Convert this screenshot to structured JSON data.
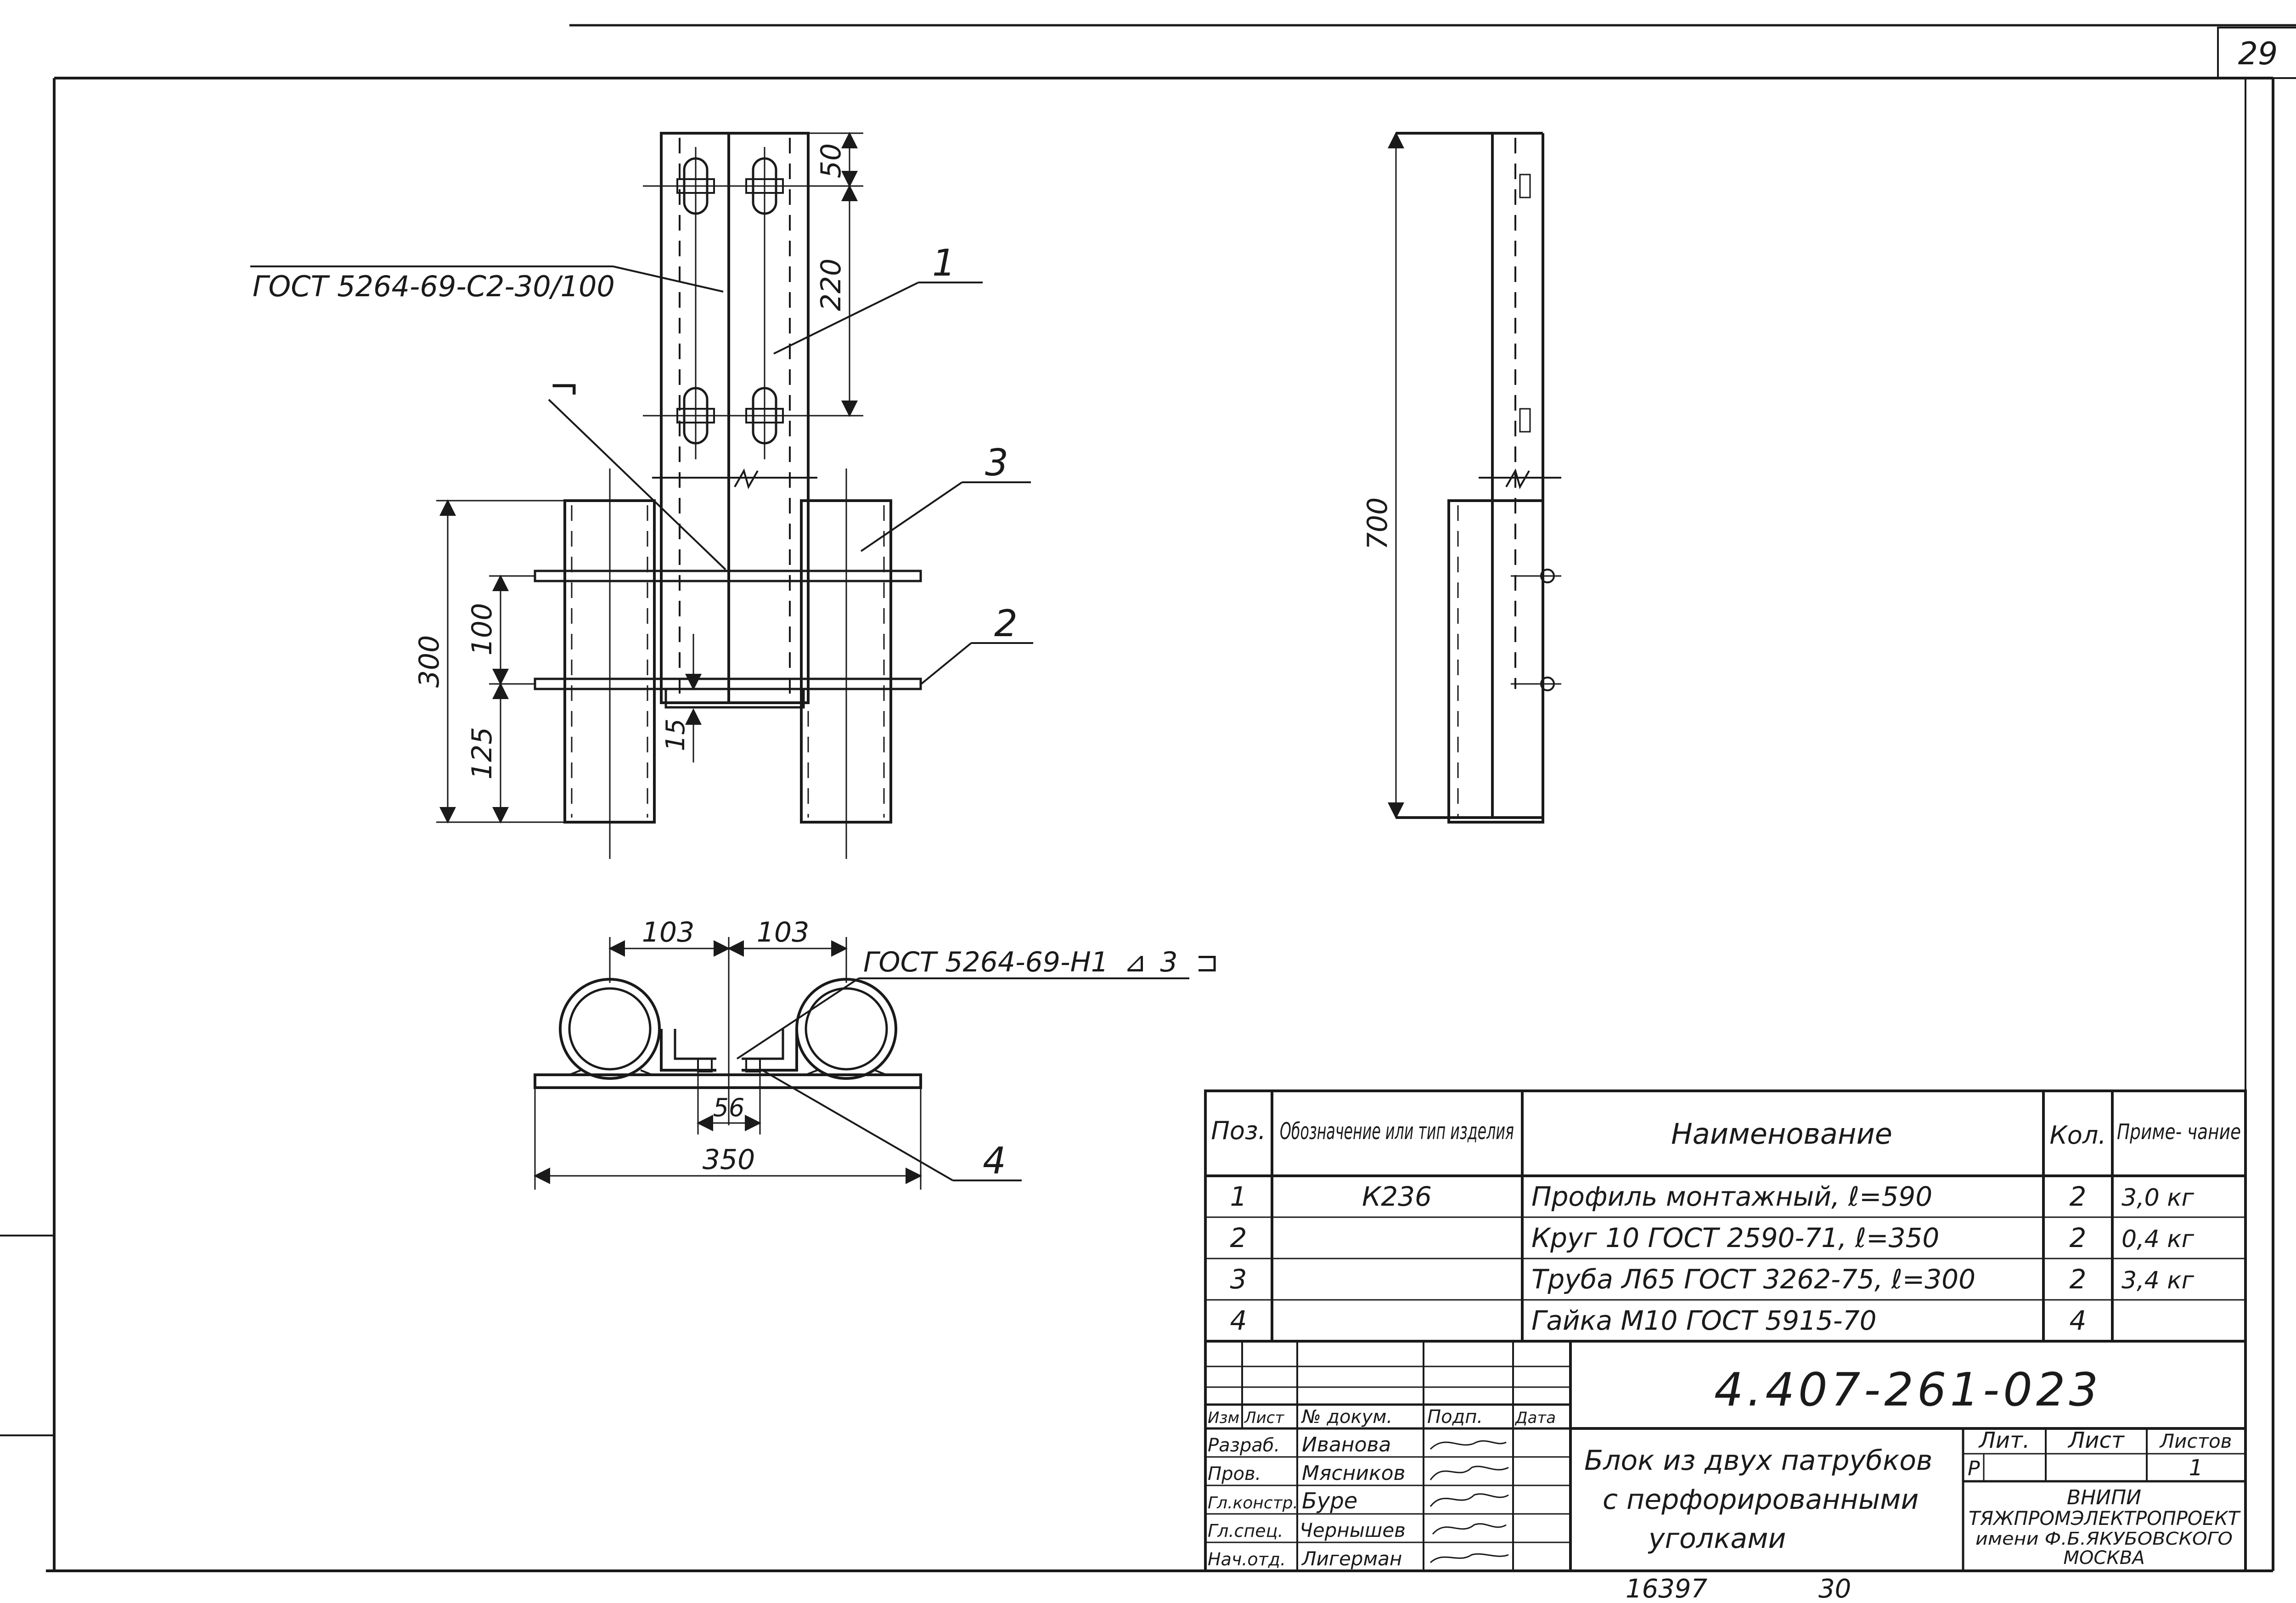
{
  "sheet_number": "29",
  "drawing_code": "4.407-261-023",
  "annotations": {
    "profile_standard": "ГОСТ 5264-69-С2-30/100",
    "weld_standard": "ГОСТ 5264-69-Н1",
    "weld_leg": "3",
    "weld_symbol": "⊿",
    "weld_bracket": "⊐",
    "small_mark": "¬"
  },
  "dimensions": {
    "top_50": "50",
    "slot_220": "220",
    "overall_300": "300",
    "rod_100": "100",
    "rod_125": "125",
    "gap_15": "15",
    "height_700": "700",
    "plan_103_left": "103",
    "plan_103_right": "103",
    "plan_56": "56",
    "plan_350": "350"
  },
  "callouts": [
    "1",
    "2",
    "3",
    "4"
  ],
  "spec_table": {
    "headers": {
      "pos": "Поз.",
      "designation": "Обозначение или тип изделия",
      "name": "Наименование",
      "qty": "Кол.",
      "note": "Приме- чание"
    },
    "rows": [
      {
        "pos": "1",
        "designation": "К236",
        "name": "Профиль монтажный, ℓ=590",
        "qty": "2",
        "note": "3,0 кг"
      },
      {
        "pos": "2",
        "designation": "",
        "name": "Круг 10 ГОСТ 2590-71, ℓ=350",
        "qty": "2",
        "note": "0,4 кг"
      },
      {
        "pos": "3",
        "designation": "",
        "name": "Труба Л65 ГОСТ 3262-75, ℓ=300",
        "qty": "2",
        "note": "3,4 кг"
      },
      {
        "pos": "4",
        "designation": "",
        "name": "Гайка М10 ГОСТ 5915-70",
        "qty": "4",
        "note": ""
      }
    ]
  },
  "title_block": {
    "col_headers": [
      "Изм",
      "Лист",
      "№ докум.",
      "Подп.",
      "Дата"
    ],
    "people": [
      {
        "role": "Разраб.",
        "name": "Иванова"
      },
      {
        "role": "Пров.",
        "name": "Мясников"
      },
      {
        "role": "Гл.констр.",
        "name": "Буре"
      },
      {
        "role": "Гл.спец.",
        "name": "Чернышев"
      },
      {
        "role": "Нач.отд.",
        "name": "Лигерман"
      }
    ],
    "title_line1": "Блок из двух патрубков",
    "title_line2": "с перфорированными",
    "title_line3": "уголками",
    "lit_label": "Лит.",
    "sheet_label": "Лист",
    "sheets_label": "Листов",
    "lit_value": "Р",
    "sheets_value": "1",
    "org_line1": "ВНИПИ",
    "org_line2": "ТЯЖПРОМЭЛЕКТРОПРОЕКТ",
    "org_line3": "имени Ф.Б.ЯКУБОВСКОГО",
    "org_line4": "МОСКВА"
  },
  "footer_number": "16397",
  "footer_page": "30"
}
